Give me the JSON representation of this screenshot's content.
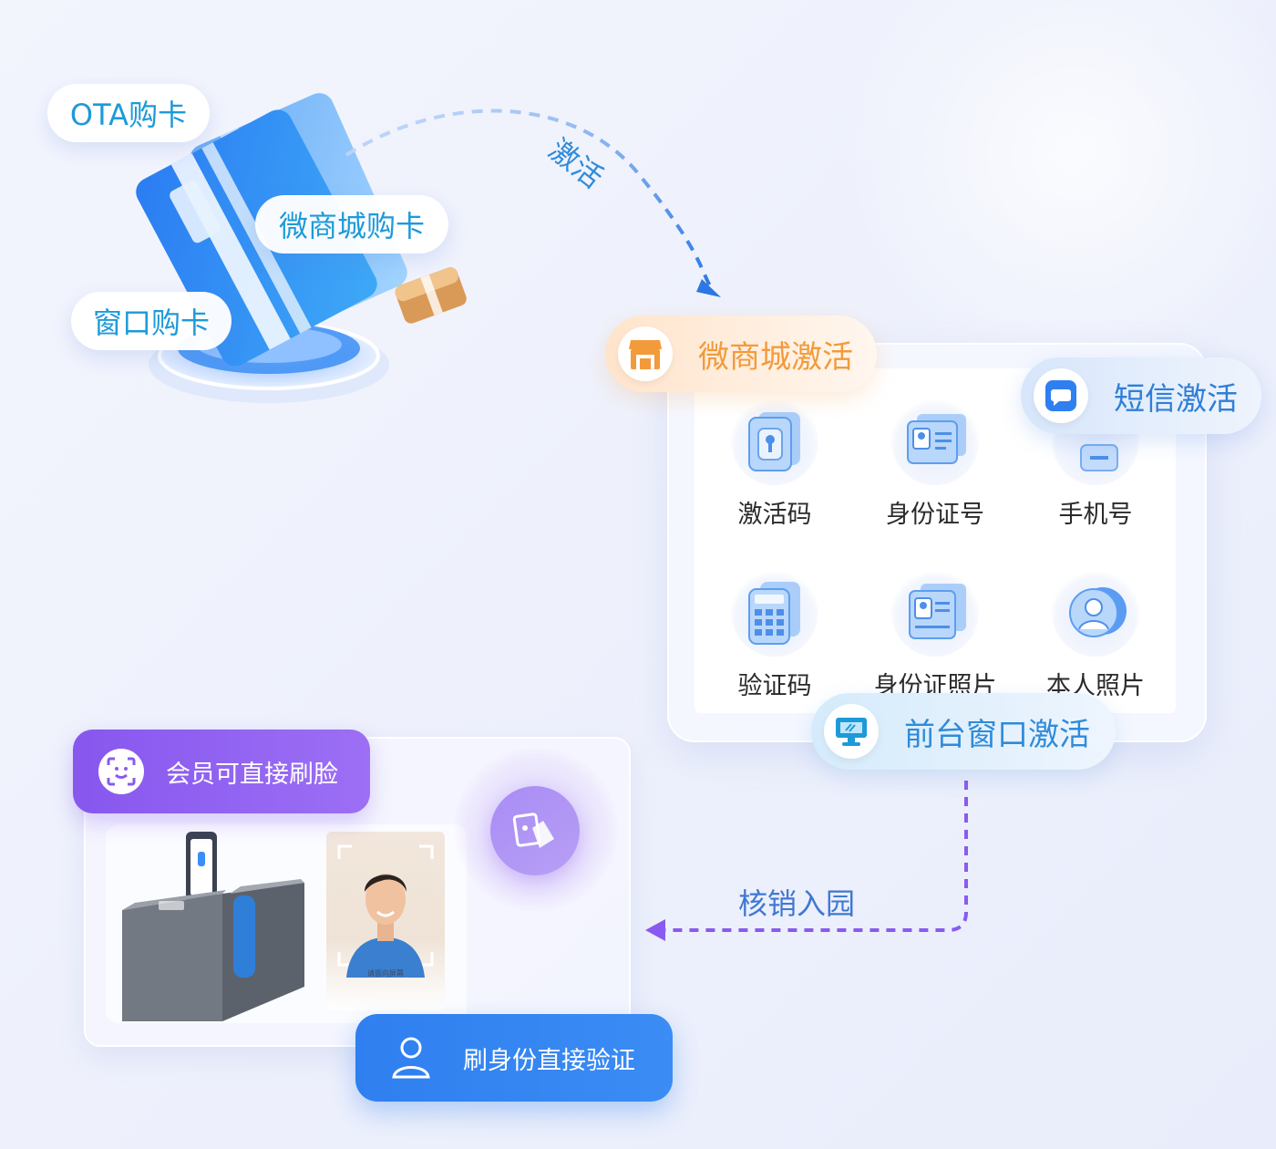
{
  "purchase": {
    "ota": "OTA购卡",
    "mall": "微商城购卡",
    "window": "窗口购卡"
  },
  "flow": {
    "activate": "激活",
    "checkin": "核销入园"
  },
  "activation": {
    "mall_chip": "微商城激活",
    "sms_chip": "短信激活",
    "desk_chip": "前台窗口激活",
    "items": [
      {
        "label": "激活码",
        "icon": "lock-icon"
      },
      {
        "label": "身份证号",
        "icon": "id-card-icon"
      },
      {
        "label": "手机号",
        "icon": "phone-icon"
      },
      {
        "label": "验证码",
        "icon": "keypad-icon"
      },
      {
        "label": "身份证照片",
        "icon": "id-photo-icon"
      },
      {
        "label": "本人照片",
        "icon": "portrait-icon"
      }
    ]
  },
  "verify": {
    "face_button": "会员可直接刷脸",
    "id_button": "刷身份直接验证",
    "screen_caption": "请面向屏幕"
  },
  "colors": {
    "mall_orange": "#f39a3a",
    "sms_blue": "#2f7fd9",
    "purple": "#8a5af0",
    "blue_button": "#2f7ff0"
  }
}
